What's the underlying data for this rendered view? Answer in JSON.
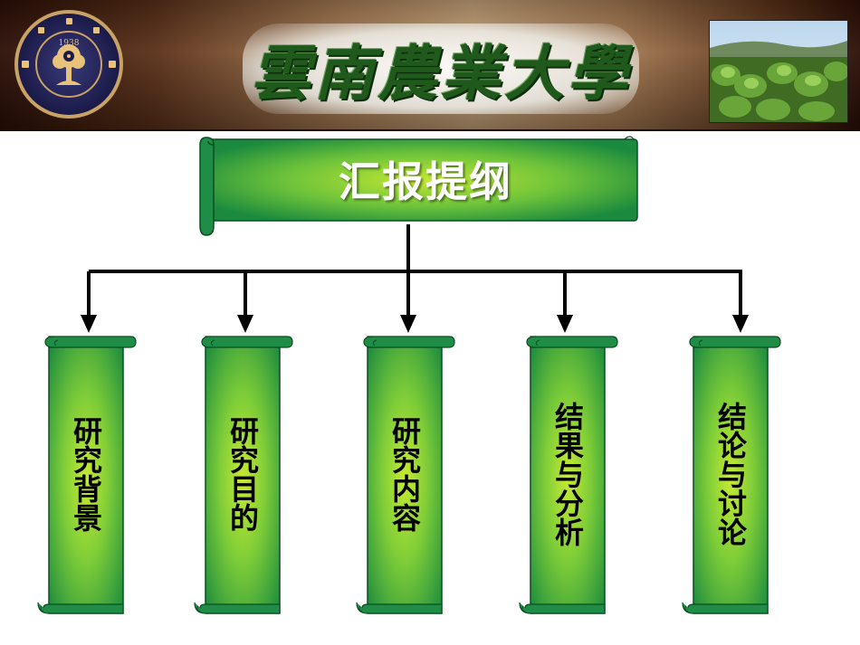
{
  "header": {
    "university_name": "雲南農業大學",
    "logo": {
      "year": "1938",
      "icon": "university-seal-icon"
    },
    "photo": {
      "icon": "plant-photo"
    }
  },
  "title": "汇报提纲",
  "items": [
    {
      "label": "研究背景"
    },
    {
      "label": "研究目的"
    },
    {
      "label": "研究内容"
    },
    {
      "label": "结果与分析"
    },
    {
      "label": "结论与讨论"
    }
  ],
  "colors": {
    "scroll_green_dark": "#1e8a3c",
    "scroll_green_light": "#bfe53a",
    "connector": "#000000"
  }
}
